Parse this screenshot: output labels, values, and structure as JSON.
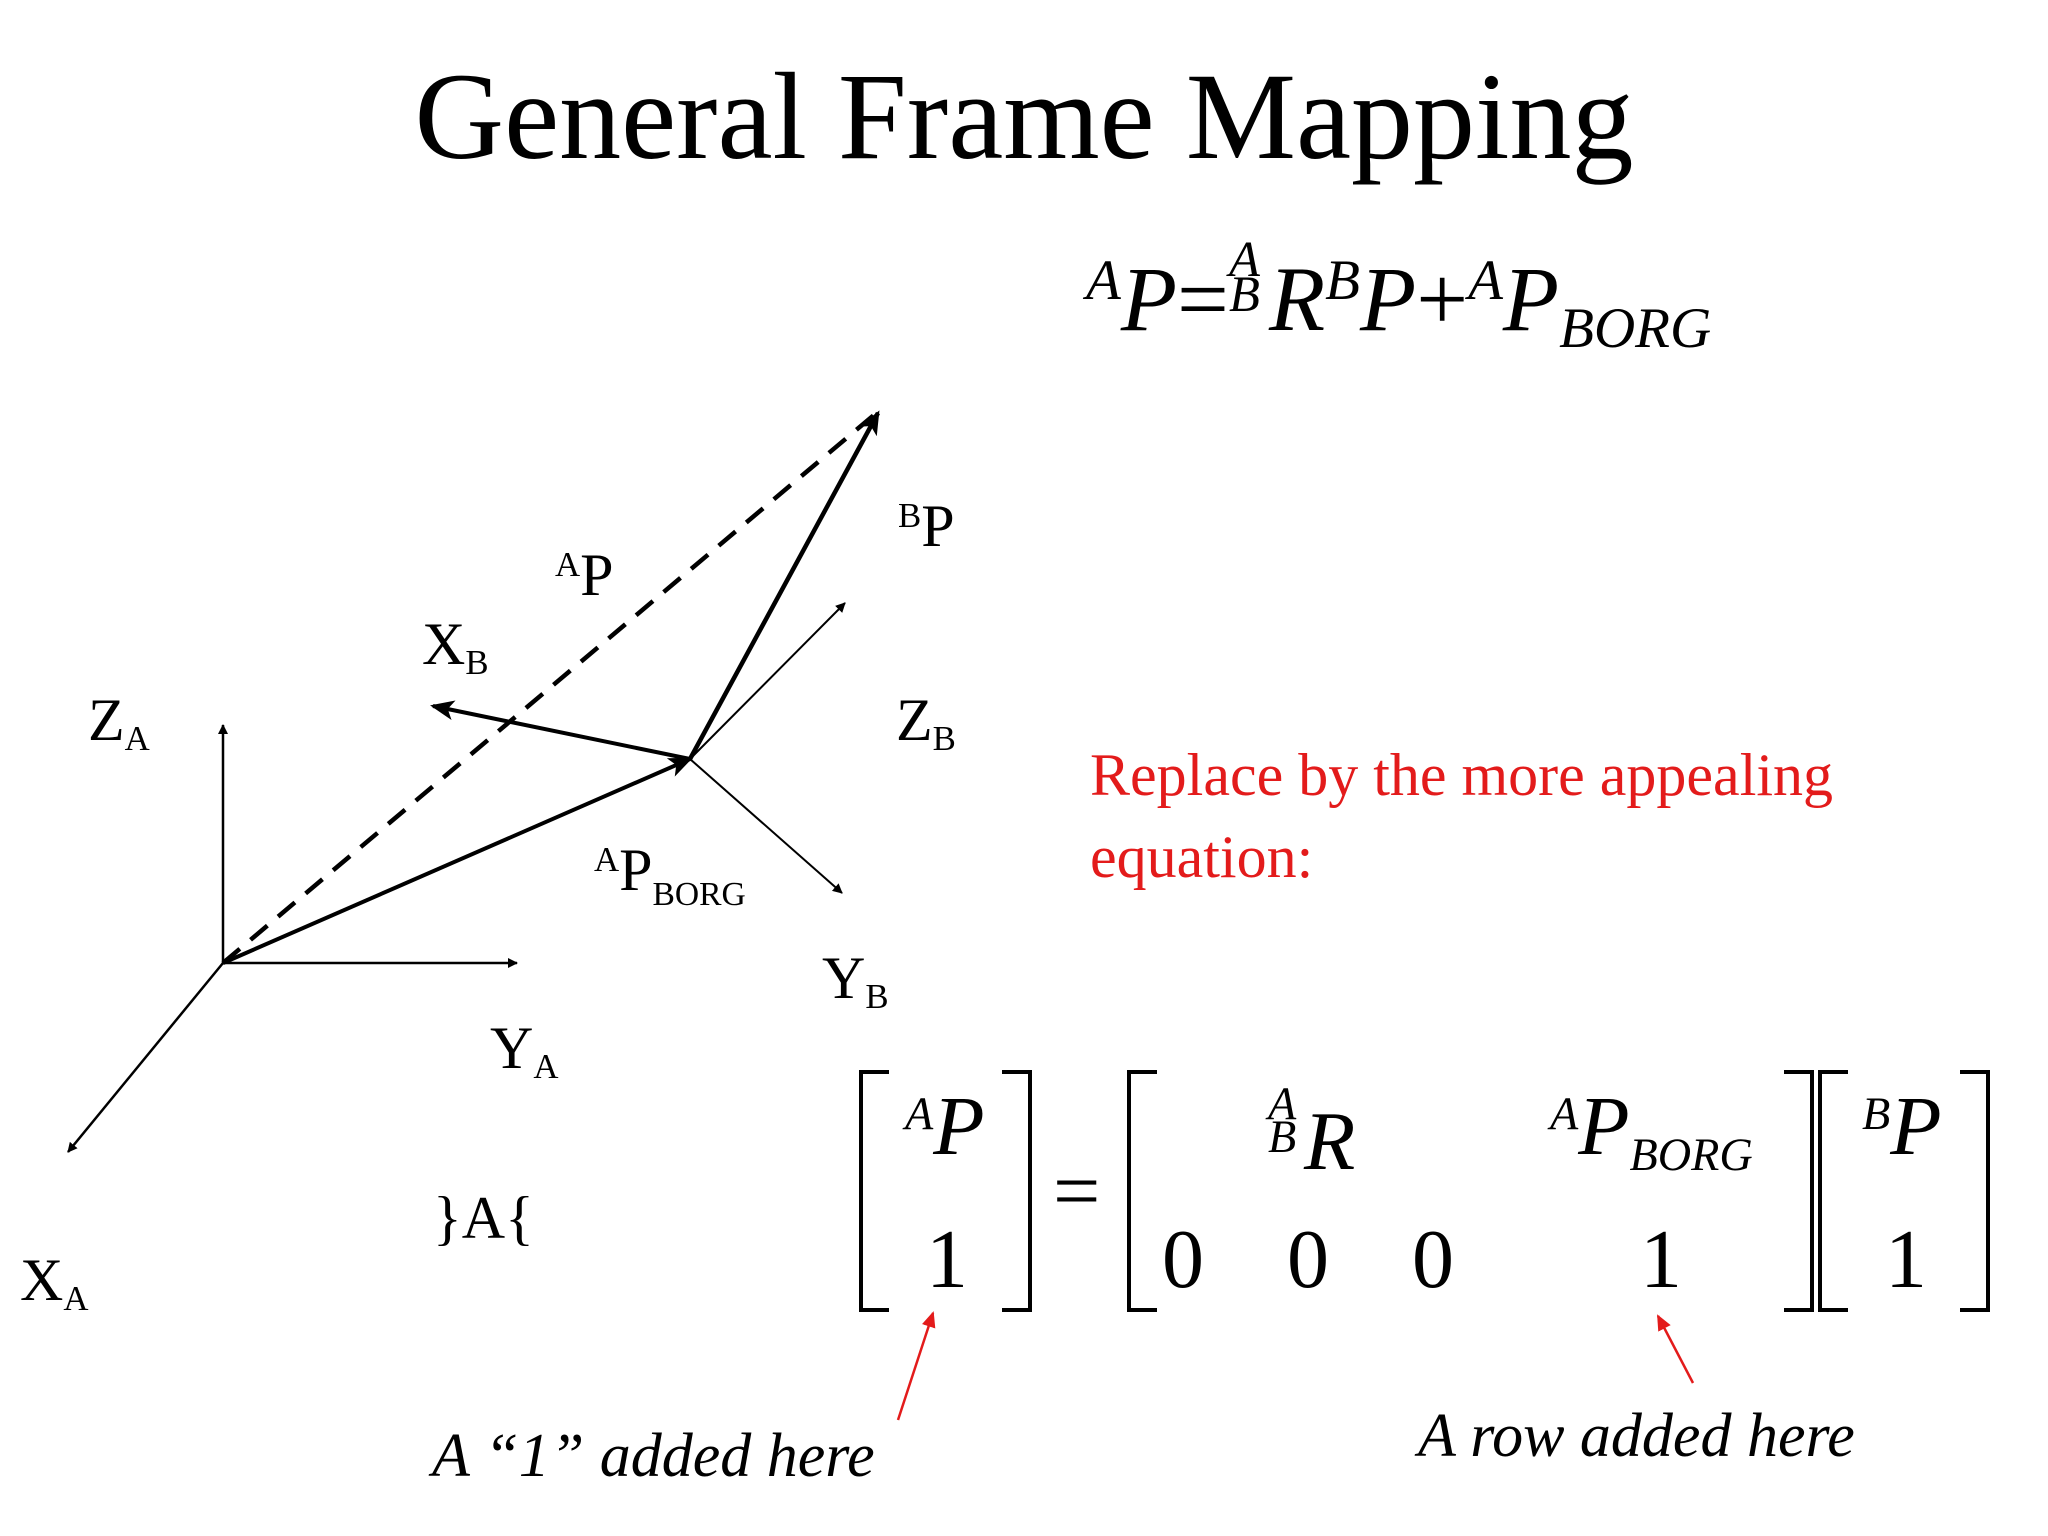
{
  "title": "General Frame Mapping",
  "equation_top": {
    "lhs_sup": "A",
    "lhs": "P",
    "equals": "=",
    "rot_sup": "A",
    "rot_sub": "B",
    "rot": "R",
    "bp_sup": "B",
    "bp": "P",
    "plus": "+",
    "porg_sup": "A",
    "porg": "P",
    "porg_sub": "BORG"
  },
  "diagram": {
    "ZA": {
      "main": "Z",
      "sub": "A"
    },
    "YA": {
      "main": "Y",
      "sub": "A"
    },
    "XA": {
      "main": "X",
      "sub": "A"
    },
    "XB": {
      "main": "X",
      "sub": "B"
    },
    "YB": {
      "main": "Y",
      "sub": "B"
    },
    "ZB": {
      "main": "Z",
      "sub": "B"
    },
    "AP": {
      "sup": "A",
      "main": "P"
    },
    "BP": {
      "sup": "B",
      "main": "P"
    },
    "APBORG": {
      "sup": "A",
      "main": "P",
      "sub": "BORG"
    },
    "frame_label": "}A{"
  },
  "note": "Replace by the more appealing equation:",
  "matrix": {
    "lhs": {
      "sup": "A",
      "main": "P",
      "one": "1"
    },
    "equals": "=",
    "rot": {
      "sup": "A",
      "sub": "B",
      "main": "R"
    },
    "porg": {
      "sup": "A",
      "main": "P",
      "sub": "BORG"
    },
    "zeros": [
      "0",
      "0",
      "0"
    ],
    "one": "1",
    "rhs": {
      "sup": "B",
      "main": "P",
      "one": "1"
    }
  },
  "captions": {
    "left": "A “1” added here",
    "right": "A row  added here"
  },
  "colors": {
    "note": "#e31b1b",
    "text": "#000000"
  }
}
